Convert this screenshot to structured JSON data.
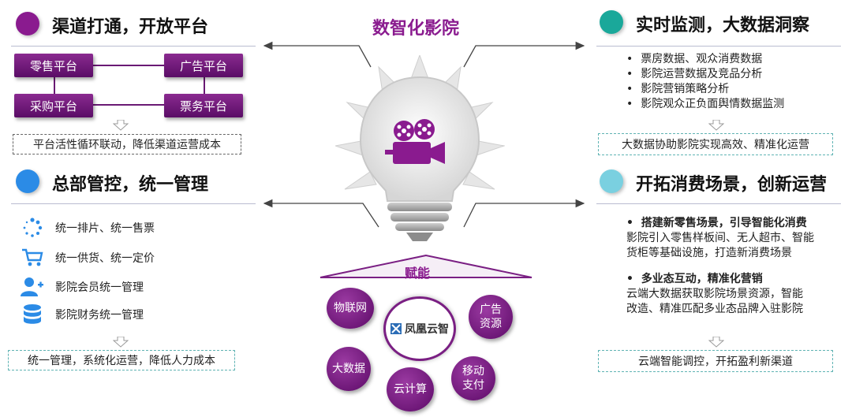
{
  "center": {
    "title": "数智化影院",
    "empower": "赋能"
  },
  "colors": {
    "purple": "#8a1b8f",
    "blue": "#2b8be6",
    "teal": "#1aa89a",
    "lightblue": "#7ad0e0"
  },
  "top_left": {
    "title": "渠道打通，开放平台",
    "platforms": [
      "零售平台",
      "广告平台",
      "采购平台",
      "票务平台"
    ],
    "summary": "平台活性循环联动，降低渠道运营成本"
  },
  "bottom_left": {
    "title": "总部管控，统一管理",
    "items": [
      {
        "icon": "loading-dots-icon",
        "label": "统一排片、统一售票"
      },
      {
        "icon": "shopping-cart-icon",
        "label": "统一供货、统一定价"
      },
      {
        "icon": "add-user-icon",
        "label": "影院会员统一管理"
      },
      {
        "icon": "database-icon",
        "label": "影院财务统一管理"
      }
    ],
    "summary": "统一管理，系统化运营，降低人力成本"
  },
  "top_right": {
    "title": "实时监测，大数据洞察",
    "bullets": [
      "票房数据、观众消费数据",
      "影院运营数据及竞品分析",
      "影院营销策略分析",
      "影院观众正负面舆情数据监测"
    ],
    "summary": "大数据协助影院实现高效、精准化运营"
  },
  "bottom_right": {
    "title": "开拓消费场景，创新运营",
    "block1_title": "搭建新零售场景，引导智能化消费",
    "block1_line1": "影院引入零售样板间、无人超市、智能",
    "block1_line2": "货柜等基础设施，打造新消费场景",
    "block2_title": "多业态互动，精准化营销",
    "block2_line1": "云端大数据获取影院场景资源，智能",
    "block2_line2": "改造、精准匹配多业态品牌入驻影院",
    "summary": "云端智能调控，开拓盈利新渠道"
  },
  "hub": {
    "center_label": "凤凰云智",
    "nodes": [
      "物联网",
      "广告资源",
      "大数据",
      "云计算",
      "移动支付"
    ]
  }
}
